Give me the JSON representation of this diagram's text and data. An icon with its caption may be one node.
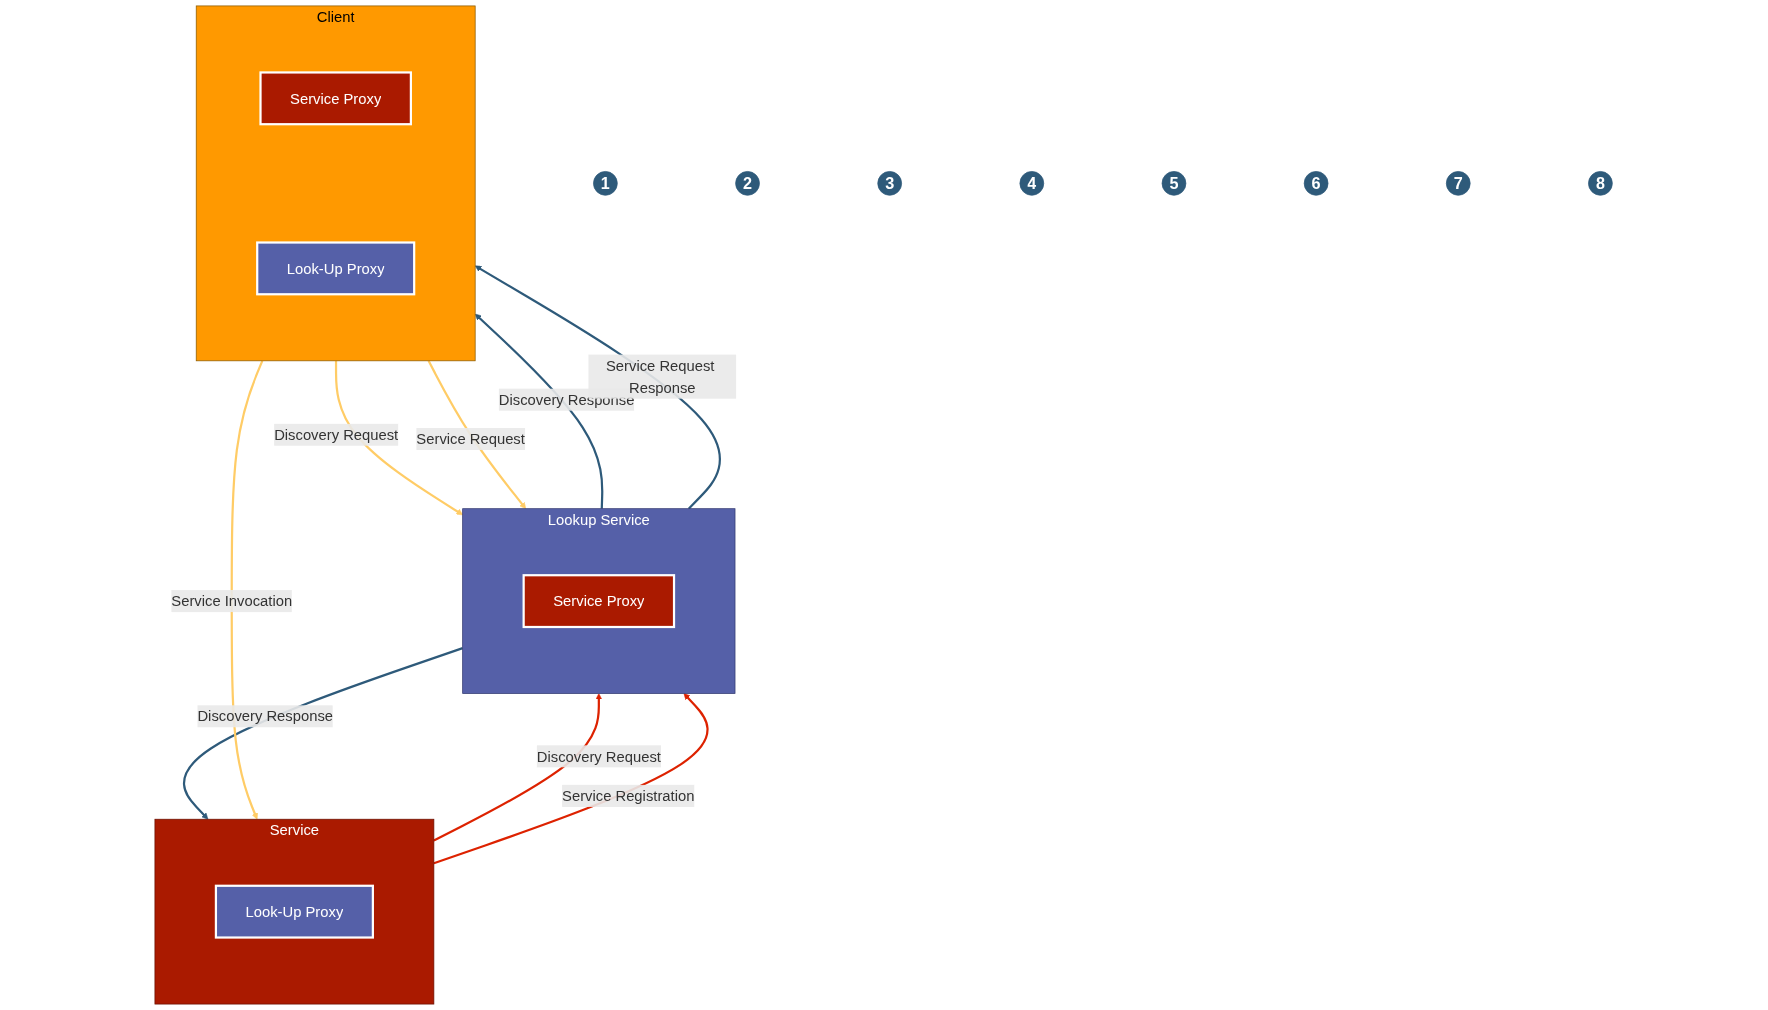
{
  "diagram": {
    "nodes": [
      {
        "text": [
          "Service"
        ]
      },
      {
        "text": [
          "Look-Up Proxy"
        ],
        "in": 0
      },
      {
        "text": [
          "Lookup Service"
        ]
      },
      {
        "text": [
          "Service Proxy"
        ],
        "in": 2
      },
      {
        "text": [
          "Client"
        ]
      },
      {
        "text": [
          "Service Proxy"
        ],
        "in": 4
      },
      {
        "text": [
          "Look-Up Proxy"
        ],
        "in": 4
      },
      {
        "text": [
          "1"
        ]
      },
      {
        "text": [
          "2"
        ]
      },
      {
        "text": [
          "3"
        ]
      },
      {
        "text": [
          "4"
        ]
      },
      {
        "text": [
          "5"
        ]
      },
      {
        "text": [
          "6"
        ]
      },
      {
        "text": [
          "7"
        ]
      },
      {
        "text": [
          "8"
        ]
      }
    ],
    "edges": [
      {
        "from": 0,
        "to": 2,
        "arrow": "to",
        "label": "Discovery Request",
        "color": "#dd2200"
      },
      {
        "from": 2,
        "to": 0,
        "arrow": "to",
        "label": "Discovery Response",
        "color": "#2e5a7a"
      },
      {
        "from": 0,
        "to": 2,
        "arrow": "to",
        "label": "Service Registration",
        "color": "#dd2200"
      },
      {
        "from": 4,
        "to": 2,
        "arrow": "to",
        "label": "Discovery Request",
        "color": "#ffcc66"
      },
      {
        "from": 2,
        "to": 4,
        "arrow": "to",
        "label": "Discovery Response",
        "color": "#2e5a7a"
      },
      {
        "from": 4,
        "to": 2,
        "arrow": "to",
        "label": "Service Request",
        "color": "#ffcc66"
      },
      {
        "from": 2,
        "to": 4,
        "arrow": "to",
        "label": "Service Request Response",
        "color": "#2e5a7a"
      },
      {
        "from": 4,
        "to": 0,
        "arrow": "to",
        "label": "Service Invocation",
        "color": "#ffcc66"
      }
    ]
  }
}
